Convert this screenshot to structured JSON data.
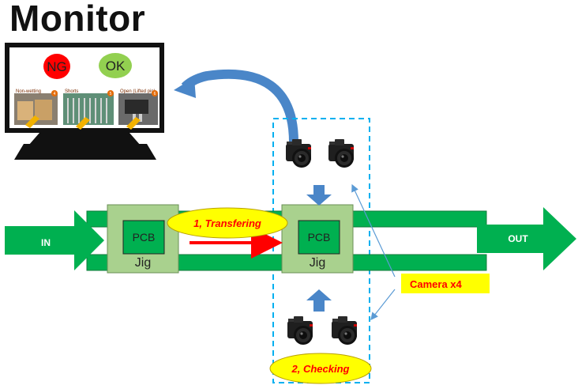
{
  "title": "Monitor",
  "monitor": {
    "ng_label": "NG",
    "ok_label": "OK",
    "thumbnails": [
      {
        "caption": "Non-wetting",
        "badge": "4"
      },
      {
        "caption": "Shorts",
        "badge": "5"
      },
      {
        "caption": "Open (Lifted pin)",
        "badge": "6"
      }
    ]
  },
  "conveyor": {
    "in_label": "IN",
    "out_label": "OUT"
  },
  "jigs": [
    {
      "pcb_label": "PCB",
      "jig_label": "Jig"
    },
    {
      "pcb_label": "PCB",
      "jig_label": "Jig"
    }
  ],
  "steps": {
    "transfer_label": "1, Transfering",
    "check_label": "2, Checking"
  },
  "camera_label": "Camera x4",
  "colors": {
    "belt": "#00b050",
    "jig": "#a9d18e",
    "arrow_blue": "#4a86c8",
    "ellipse": "#ffff00",
    "step_text": "#ff0000",
    "ng": "#ff0000",
    "ok": "#92d050",
    "dashed_box": "#00b0f0"
  }
}
